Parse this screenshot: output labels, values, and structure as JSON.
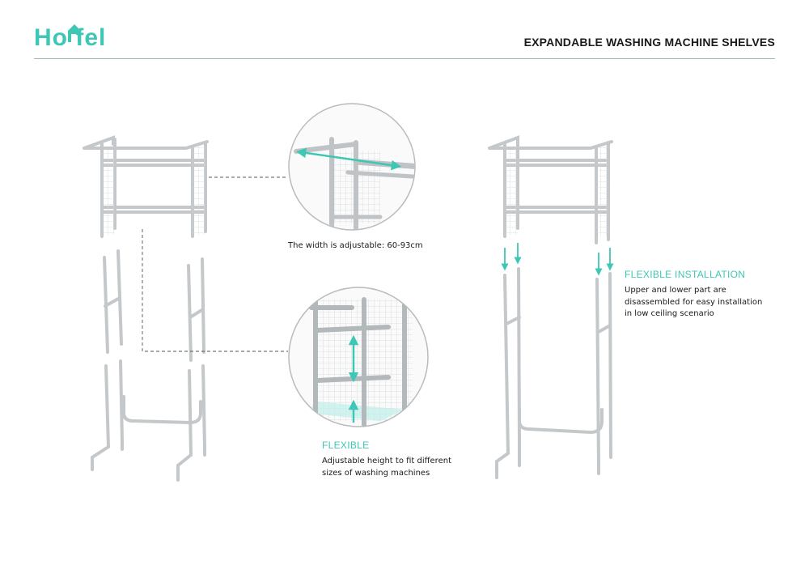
{
  "brand": {
    "logo_text": "Ho   fel",
    "logo_accent": "#3ec7b5",
    "logo_icon": "house-icon"
  },
  "header": {
    "title": "EXPANDABLE WASHING MACHINE SHELVES"
  },
  "width_callout": {
    "text": "The width is adjustable: 60-93cm"
  },
  "flexible": {
    "heading": "FLEXIBLE",
    "line1": "Adjustable height to fit different",
    "line2": "sizes of washing machines"
  },
  "flexible_installation": {
    "heading": "FLEXIBLE INSTALLATION",
    "line1": "Upper and lower part are",
    "line2": "disassembled for easy installation",
    "line3": "in low ceiling scenario"
  },
  "colors": {
    "accent": "#3ec7b5",
    "frame": "#c9cccd",
    "frame_dark": "#9aa0a3",
    "rule": "#9fb7b4"
  }
}
